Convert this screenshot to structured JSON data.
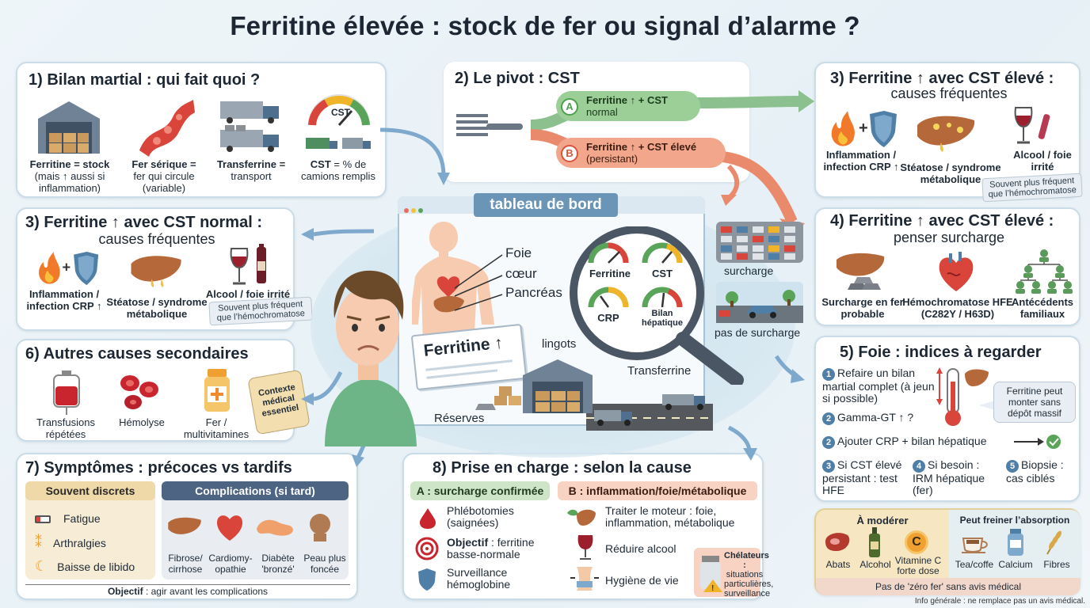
{
  "title": "Ferritine élevée : stock de fer ou signal d’alarme ?",
  "card1": {
    "title": "1) Bilan martial : qui fait quoi ?",
    "items": [
      {
        "bold": "Ferritine = stock",
        "rest": "(mais ↑ aussi si inflammation)"
      },
      {
        "bold": "Fer sérique =",
        "rest": "fer qui circule (variable)"
      },
      {
        "bold": "Transferrine =",
        "rest": "transport"
      },
      {
        "bold": "CST",
        "rest": "= % de camions remplis"
      }
    ],
    "gauge_label": "CST"
  },
  "card2": {
    "title": "2) Le pivot : CST",
    "branch_a_letter": "A",
    "branch_a_bold": "Ferritine ↑ + CST",
    "branch_a_rest": "normal",
    "branch_b_letter": "B",
    "branch_b_bold": "Ferritine ↑ + CST élevé",
    "branch_b_rest": "(persistant)"
  },
  "card3a": {
    "title": "3) Ferritine ↑ avec CST élevé :",
    "sub": "causes fréquentes",
    "items": [
      {
        "text": "Inflammation / infection CRP ↑"
      },
      {
        "text": "Stéatose / syndrome métabolique"
      },
      {
        "text": "Alcool / foie irrité"
      }
    ],
    "tag": "Souvent plus fréquent que l’hémochromatose"
  },
  "card3b": {
    "title": "3) Ferritine ↑ avec CST normal :",
    "sub": "causes fréquentes",
    "items": [
      {
        "text": "Inflammation / infection CRP ↑"
      },
      {
        "text": "Stéatose / syndrome métabolique"
      },
      {
        "text": "Alcool / foie irrité"
      }
    ],
    "tag": "Souvent plus fréquent que l’hémochromatose"
  },
  "card4": {
    "title": "4) Ferritine ↑ avec CST élevé :",
    "sub": "penser surcharge",
    "items": [
      {
        "text": "Surcharge en fer probable"
      },
      {
        "text": "Hémochromatose HFE (C282Y / H63D)"
      },
      {
        "text": "Antécédents familiaux"
      }
    ]
  },
  "card5": {
    "title": "5) Foie : indices à regarder",
    "steps": [
      {
        "n": "1",
        "text": "Refaire un bilan martial complet (à jeun si possible)"
      },
      {
        "n": "2",
        "text": "Gamma-GT ↑ ?"
      },
      {
        "n": "2",
        "text": "Ajouter CRP + bilan hépatique"
      },
      {
        "n": "3",
        "text": "Si CST élevé persistant : test HFE"
      },
      {
        "n": "4",
        "text": "Si besoin : IRM hépatique (fer)"
      },
      {
        "n": "5",
        "text": "Biopsie : cas ciblés"
      }
    ],
    "callout": "Ferritine peut monter sans dépôt massif"
  },
  "card6": {
    "title": "6) Autres causes secondaires",
    "items": [
      {
        "text": "Transfusions répétées"
      },
      {
        "text": "Hémolyse"
      },
      {
        "text": "Fer / multivitamines"
      }
    ],
    "tag": "Contexte médical essentiel"
  },
  "card7": {
    "title": "7) Symptômes : précoces vs tardifs",
    "left_header": "Souvent discrets",
    "left_items": [
      "Fatigue",
      "Arthralgies",
      "Baisse de libido"
    ],
    "right_header": "Complications (si tard)",
    "right_items": [
      "Fibrose/ cirrhose",
      "Cardiomy- opathie",
      "Diabète 'bronzé'",
      "Peau plus foncée"
    ],
    "footer_bold": "Objectif",
    "footer_rest": " : agir avant les complications"
  },
  "card8": {
    "title": "8) Prise en charge : selon la cause",
    "a_header": "A : surcharge confirmée",
    "a_items": [
      {
        "text": "Phlébotomies (saignées)"
      },
      {
        "bold": "Objectif",
        "text": " : ferritine basse-normale"
      },
      {
        "text": "Surveillance hémoglobine"
      }
    ],
    "b_header": "B : inflammation/foie/métabolique",
    "b_items": [
      {
        "text": "Traiter le moteur : foie, inflammation, métabolique"
      },
      {
        "text": "Réduire alcool"
      },
      {
        "text": "Hygiène de vie"
      }
    ],
    "chelateurs_bold": "Chélateurs :",
    "chelateurs_rest": "situations particulières, surveillance"
  },
  "card9": {
    "left_header": "À modérer",
    "left_items": [
      "Abats",
      "Alcohol",
      "Vitamine C forte dose"
    ],
    "vitc_letter": "C",
    "right_header": "Peut freiner l’absorption",
    "right_items": [
      "Tea/coffe",
      "Calcium",
      "Fibres"
    ],
    "footer": "Pas de 'zéro fer' sans avis médical"
  },
  "center": {
    "dashboard_title": "tableau de bord",
    "organs": [
      "Foie",
      "cœur",
      "Pancréas"
    ],
    "gauges": [
      "Ferritine",
      "CST",
      "CRP",
      "Bilan hépatique"
    ],
    "ferritine_doc": "Ferritine ↑",
    "lingots": "lingots",
    "reserves": "Réserves",
    "transferrine": "Transferrine",
    "surcharge": "surcharge",
    "pas_surcharge": "pas de surcharge"
  },
  "disclaimer": "Info générale : ne remplace pas un avis médical."
}
